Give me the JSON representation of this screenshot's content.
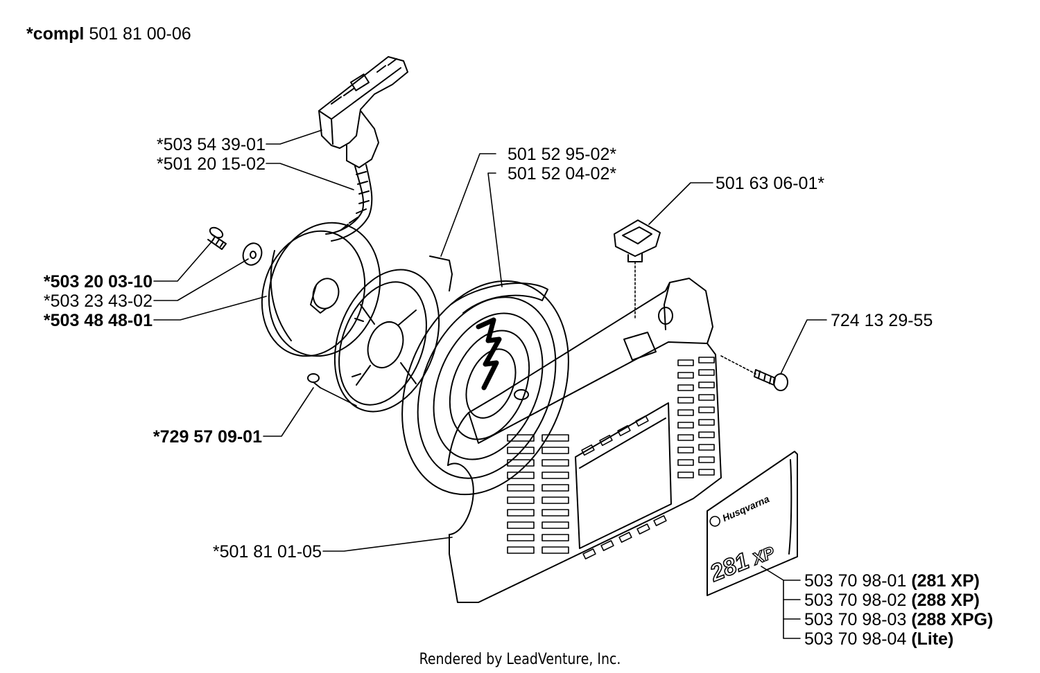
{
  "header": {
    "prefix": "*compl",
    "part_no": "501 81 00-06"
  },
  "labels": {
    "handle": "*503 54 39-01",
    "rope": "*501 20 15-02",
    "screw_center": "*503 20 03-10",
    "washer": "*503 23 43-02",
    "pulley": "*503 48 48-01",
    "spring_cover_screw": "*729 57 09-01",
    "spring_cassette": "501 52 95-02*",
    "spring": "501 52 04-02*",
    "bushing": "501 63 06-01*",
    "screw_right": "724 13 29-55",
    "housing": "*501 81 01-05"
  },
  "decals": [
    {
      "part_no": "503 70 98-01",
      "model": "(281 XP)"
    },
    {
      "part_no": "503 70 98-02",
      "model": "(288 XP)"
    },
    {
      "part_no": "503 70 98-03",
      "model": "(288 XPG)"
    },
    {
      "part_no": "503 70 98-04",
      "model": "(Lite)"
    }
  ],
  "decal_art": {
    "brand": "Husqvarna",
    "model_big": "281",
    "model_suffix": "XP"
  },
  "footer": "Rendered by LeadVenture, Inc.",
  "colors": {
    "ink": "#000000",
    "background": "#ffffff"
  }
}
